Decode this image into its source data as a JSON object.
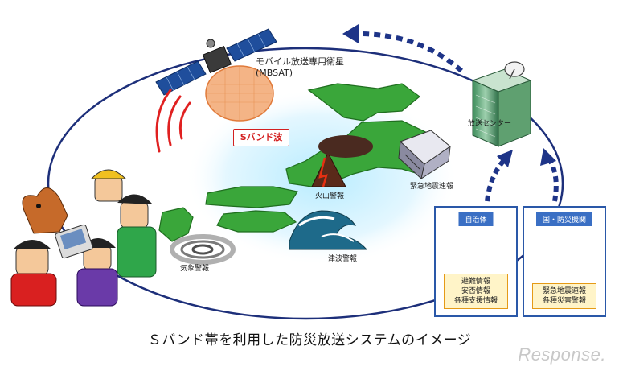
{
  "satellite": {
    "label_line1": "モバイル放送専用衛星",
    "label_line2": "(MBSAT)"
  },
  "signal": {
    "label": "Sバンド波"
  },
  "broadcast_center": {
    "label": "放送センター"
  },
  "labels": {
    "volcano": "火山警報",
    "earthquake": "緊急地震速報",
    "weather": "気象警報",
    "tsunami": "津波警報"
  },
  "panels": {
    "local_gov": {
      "title": "自治体",
      "items": [
        "避難情報",
        "安否情報",
        "各種支援情報"
      ]
    },
    "national": {
      "title": "国・防災機関",
      "items": [
        "緊急地震速報",
        "各種災害警報"
      ]
    }
  },
  "caption": "Ｓバンド帯を利用した防災放送システムのイメージ",
  "logo_text": "Response."
}
